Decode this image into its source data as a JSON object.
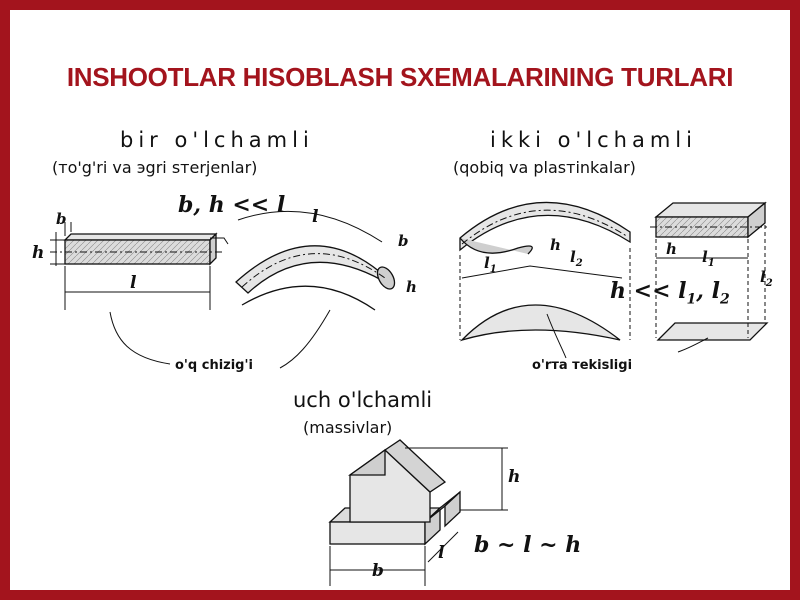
{
  "title": "INSHOOTLAR HISOBLASH SXEMALARINING TURLARI",
  "one_dim": {
    "heading": "bir o'lchamli",
    "subtitle": "(то'g'ri va эgri sтerjenlar)",
    "formula": "b, h << l",
    "axis_label": "o'q chizig'i",
    "dims": {
      "b": "b",
      "h": "h",
      "l": "l"
    }
  },
  "two_dim": {
    "heading": "ikki o'lchamli",
    "subtitle": "(qobiq va plasтinkalar)",
    "formula_main": "h << l",
    "formula_sub1": "1",
    "formula_comma": ", l",
    "formula_sub2": "2",
    "mid_label": "o'rтa тekisligi",
    "dims": {
      "h": "h",
      "l": "l",
      "sub1": "1",
      "sub2": "2"
    }
  },
  "three_dim": {
    "heading": "uch o'lchamli",
    "subtitle": "(massivlar)",
    "formula": "b ~ l ~ h",
    "dims": {
      "h": "h",
      "l": "l",
      "b": "b"
    }
  },
  "colors": {
    "accent": "#a3141d",
    "fill": "#e6e6e6",
    "line": "#111111"
  }
}
